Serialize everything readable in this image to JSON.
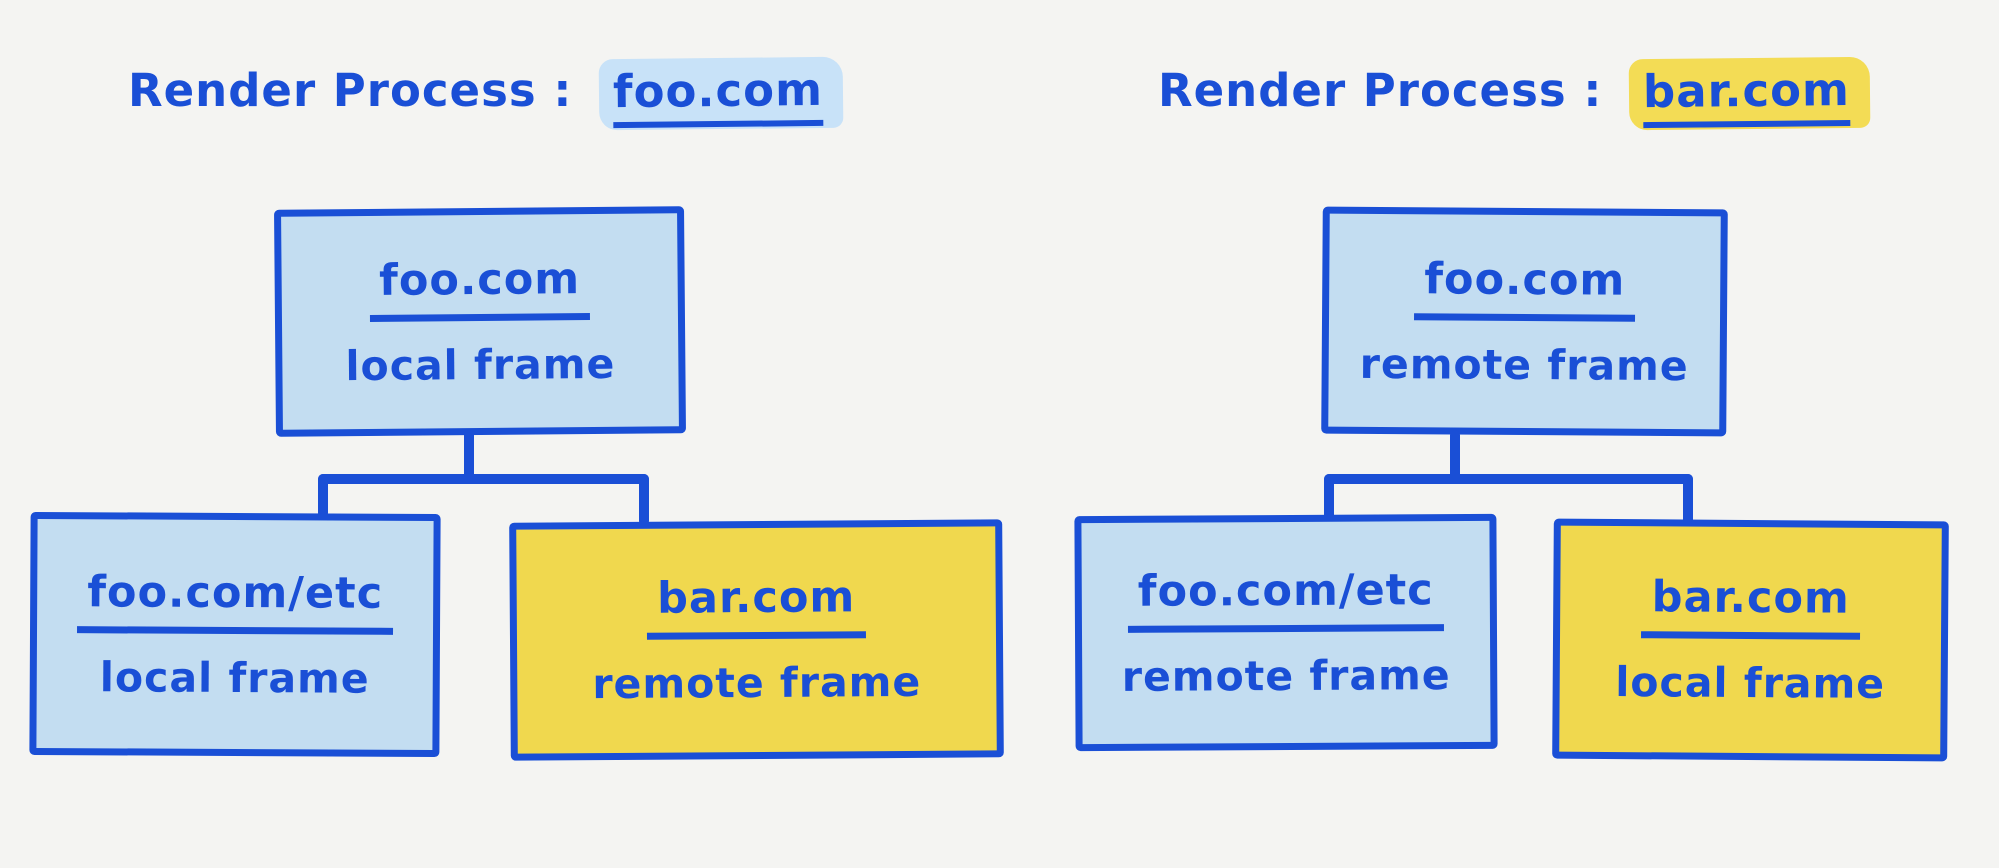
{
  "colors": {
    "ink_blue": "#1a4fd6",
    "box_blue_fill": "#c3ddf1",
    "box_yellow_fill": "#f0d84e",
    "title_highlight_blue": "#c8e2f8",
    "title_highlight_yellow": "#f3dc55",
    "background": "#f4f4f2"
  },
  "panels": [
    {
      "title": {
        "prefix": "Render Process :",
        "domain": "foo.com",
        "highlight": "blue"
      },
      "root": {
        "domain": "foo.com",
        "frame_type": "local frame",
        "fill": "blue"
      },
      "children": [
        {
          "domain": "foo.com/etc",
          "frame_type": "local frame",
          "fill": "blue"
        },
        {
          "domain": "bar.com",
          "frame_type": "remote frame",
          "fill": "yellow"
        }
      ]
    },
    {
      "title": {
        "prefix": "Render Process :",
        "domain": "bar.com",
        "highlight": "yellow"
      },
      "root": {
        "domain": "foo.com",
        "frame_type": "remote frame",
        "fill": "blue"
      },
      "children": [
        {
          "domain": "foo.com/etc",
          "frame_type": "remote frame",
          "fill": "blue"
        },
        {
          "domain": "bar.com",
          "frame_type": "local frame",
          "fill": "yellow"
        }
      ]
    }
  ]
}
